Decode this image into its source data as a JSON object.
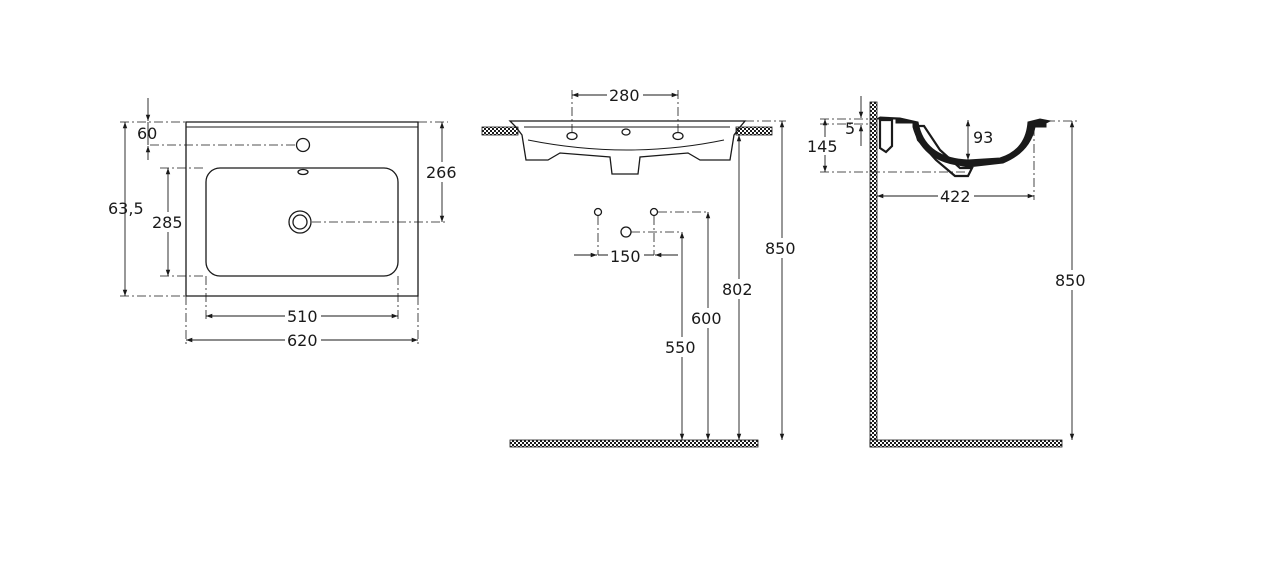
{
  "diagram": {
    "top_view": {
      "dims": {
        "d60": "60",
        "d63_5": "63,5",
        "d285": "285",
        "d266": "266",
        "d510": "510",
        "d620": "620"
      }
    },
    "front_view": {
      "dims": {
        "d280": "280",
        "d150": "150",
        "d550": "550",
        "d600": "600",
        "d802": "802",
        "d850": "850"
      }
    },
    "side_view": {
      "dims": {
        "d5": "5",
        "d93": "93",
        "d145": "145",
        "d422": "422",
        "d850": "850"
      }
    }
  }
}
